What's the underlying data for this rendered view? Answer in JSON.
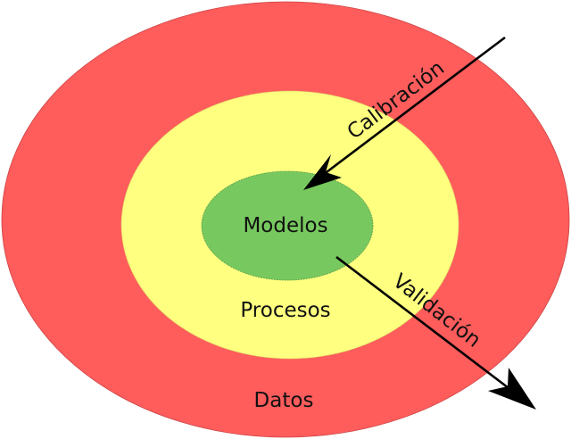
{
  "diagram": {
    "rings": {
      "outer": {
        "label": "Datos",
        "color": "#ff5c5c"
      },
      "middle": {
        "label": "Procesos",
        "color": "#ffff80"
      },
      "inner": {
        "label": "Modelos",
        "color": "#77c95f"
      }
    },
    "arrows": {
      "calibration": {
        "label": "Calibración",
        "color": "#000000"
      },
      "validation": {
        "label": "Validación",
        "color": "#000000"
      }
    }
  }
}
